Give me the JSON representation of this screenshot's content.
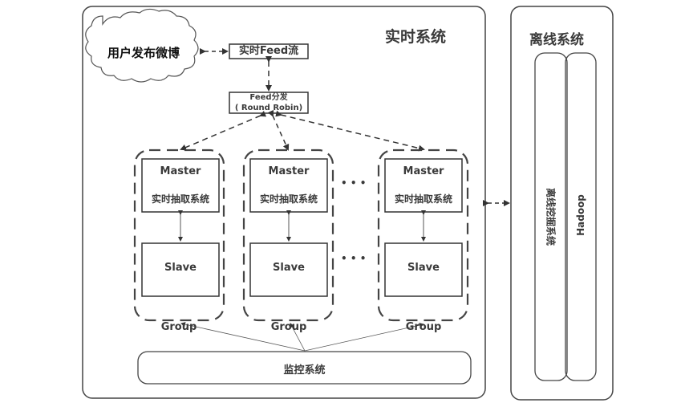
{
  "realtime_system": {
    "title": "实时系统",
    "user_cloud": "用户发布微博",
    "feed_stream": "实时Feed流",
    "feed_dispatch": {
      "line1": "Feed分发",
      "line2": "( Round Robin)"
    },
    "groups": [
      {
        "master": "Master",
        "master_sub": "实时抽取系统",
        "slave": "Slave",
        "label": "Group"
      },
      {
        "master": "Master",
        "master_sub": "实时抽取系统",
        "slave": "Slave",
        "label": "Group"
      },
      {
        "master": "Master",
        "master_sub": "实时抽取系统",
        "slave": "Slave",
        "label": "Group"
      }
    ],
    "ellipsis": "• • •",
    "monitor": "监控系统"
  },
  "offline_system": {
    "title": "离线系统",
    "mining": "离线挖掘系统",
    "hadoop": "Hadoop"
  }
}
